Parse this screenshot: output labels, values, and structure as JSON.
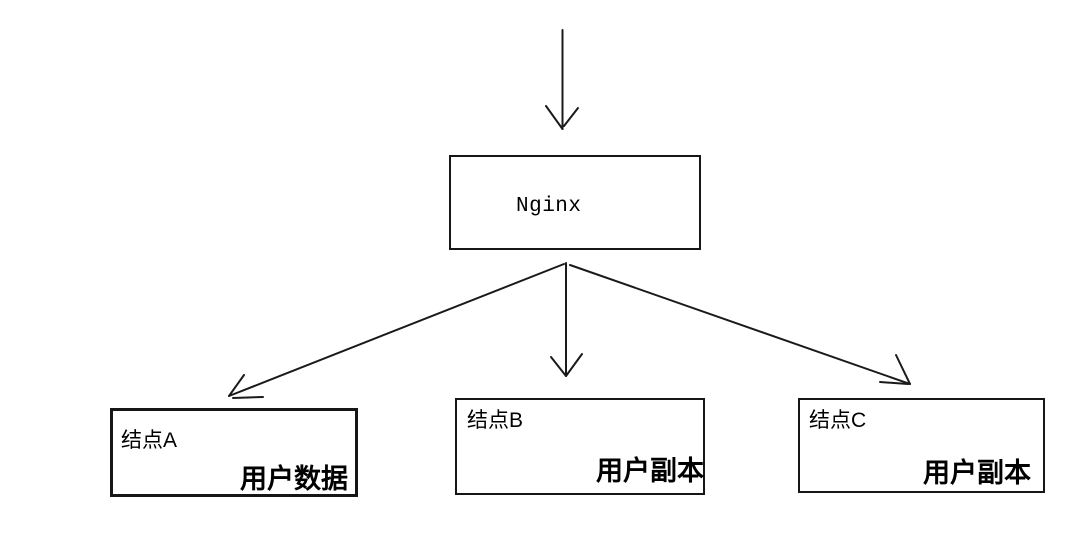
{
  "nginx": {
    "label": "Nginx"
  },
  "nodes": [
    {
      "title": "结点A",
      "content": "用户数据"
    },
    {
      "title": "结点B",
      "content": "用户副本"
    },
    {
      "title": "结点C",
      "content": "用户副本"
    }
  ],
  "arrows": [
    {
      "name": "client-to-nginx",
      "direction": "down"
    },
    {
      "name": "nginx-to-node-a",
      "direction": "down-left"
    },
    {
      "name": "nginx-to-node-b",
      "direction": "down"
    },
    {
      "name": "nginx-to-node-c",
      "direction": "down-right"
    }
  ],
  "colors": {
    "line": "#1a1a1a",
    "text": "#000000",
    "background": "#ffffff"
  }
}
